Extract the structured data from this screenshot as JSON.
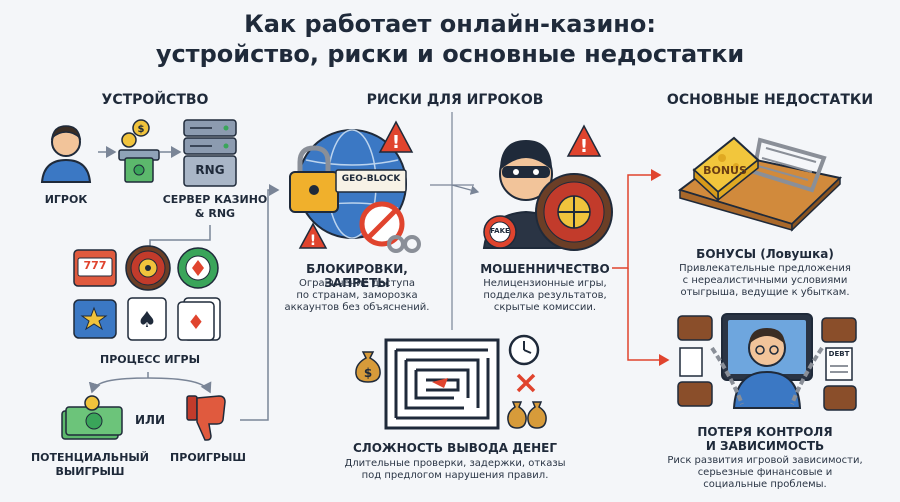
{
  "title": {
    "line1": "Как работает онлайн-казино:",
    "line2": "устройство, риски и основные недостатки"
  },
  "sections": {
    "device": "УСТРОЙСТВО",
    "risks": "РИСКИ ДЛЯ ИГРОКОВ",
    "drawbacks": "ОСНОВНЫЕ НЕДОСТАТКИ"
  },
  "device": {
    "player": "ИГРОК",
    "server_line1": "СЕРВЕР КАЗИНО",
    "server_line2": "& RNG",
    "rng_text": "RNG",
    "slot_text": "777",
    "process": "ПРОЦЕСС ИГРЫ",
    "or": "ИЛИ",
    "win_line1": "ПОТЕНЦИАЛЬНЫЙ",
    "win_line2": "ВЫИГРЫШ",
    "loss": "ПРОИГРЫШ"
  },
  "risks": {
    "block": {
      "sign": "GEO-BLOCK",
      "title": "БЛОКИРОВКИ, ЗАПРЕТЫ",
      "desc_line1": "Ограничение доступа",
      "desc_line2": "по странам, заморозка",
      "desc_line3": "аккаунтов без объяснений."
    },
    "fraud": {
      "chip": "FAKE",
      "title": "МОШЕННИЧЕСТВО",
      "desc_line1": "Нелицензионные игры,",
      "desc_line2": "подделка результатов,",
      "desc_line3": "скрытые комиссии."
    },
    "withdraw": {
      "title": "СЛОЖНОСТЬ ВЫВОДА ДЕНЕГ",
      "desc_line1": "Длительные проверки, задержки, отказы",
      "desc_line2": "под предлогом нарушения правил."
    }
  },
  "drawbacks": {
    "bonus": {
      "sign": "BONUS",
      "title": "БОНУСЫ (Ловушка)",
      "desc_line1": "Привлекательные предложения",
      "desc_line2": "с нереалистичными условиями",
      "desc_line3": "отыгрыша, ведущие к убыткам."
    },
    "control": {
      "doc": "DEBT",
      "title_line1": "ПОТЕРЯ КОНТРОЛЯ",
      "title_line2": "И ЗАВИСИМОСТЬ",
      "desc_line1": "Риск развития игровой зависимости,",
      "desc_line2": "серьезные финансовые и",
      "desc_line3": "социальные проблемы."
    }
  },
  "colors": {
    "text": "#1f2a3a",
    "accent_red": "#e0442e",
    "accent_orange": "#f0a020",
    "accent_blue": "#3b78c4",
    "money_green": "#3aa55a",
    "line_gray": "#7a8597"
  }
}
